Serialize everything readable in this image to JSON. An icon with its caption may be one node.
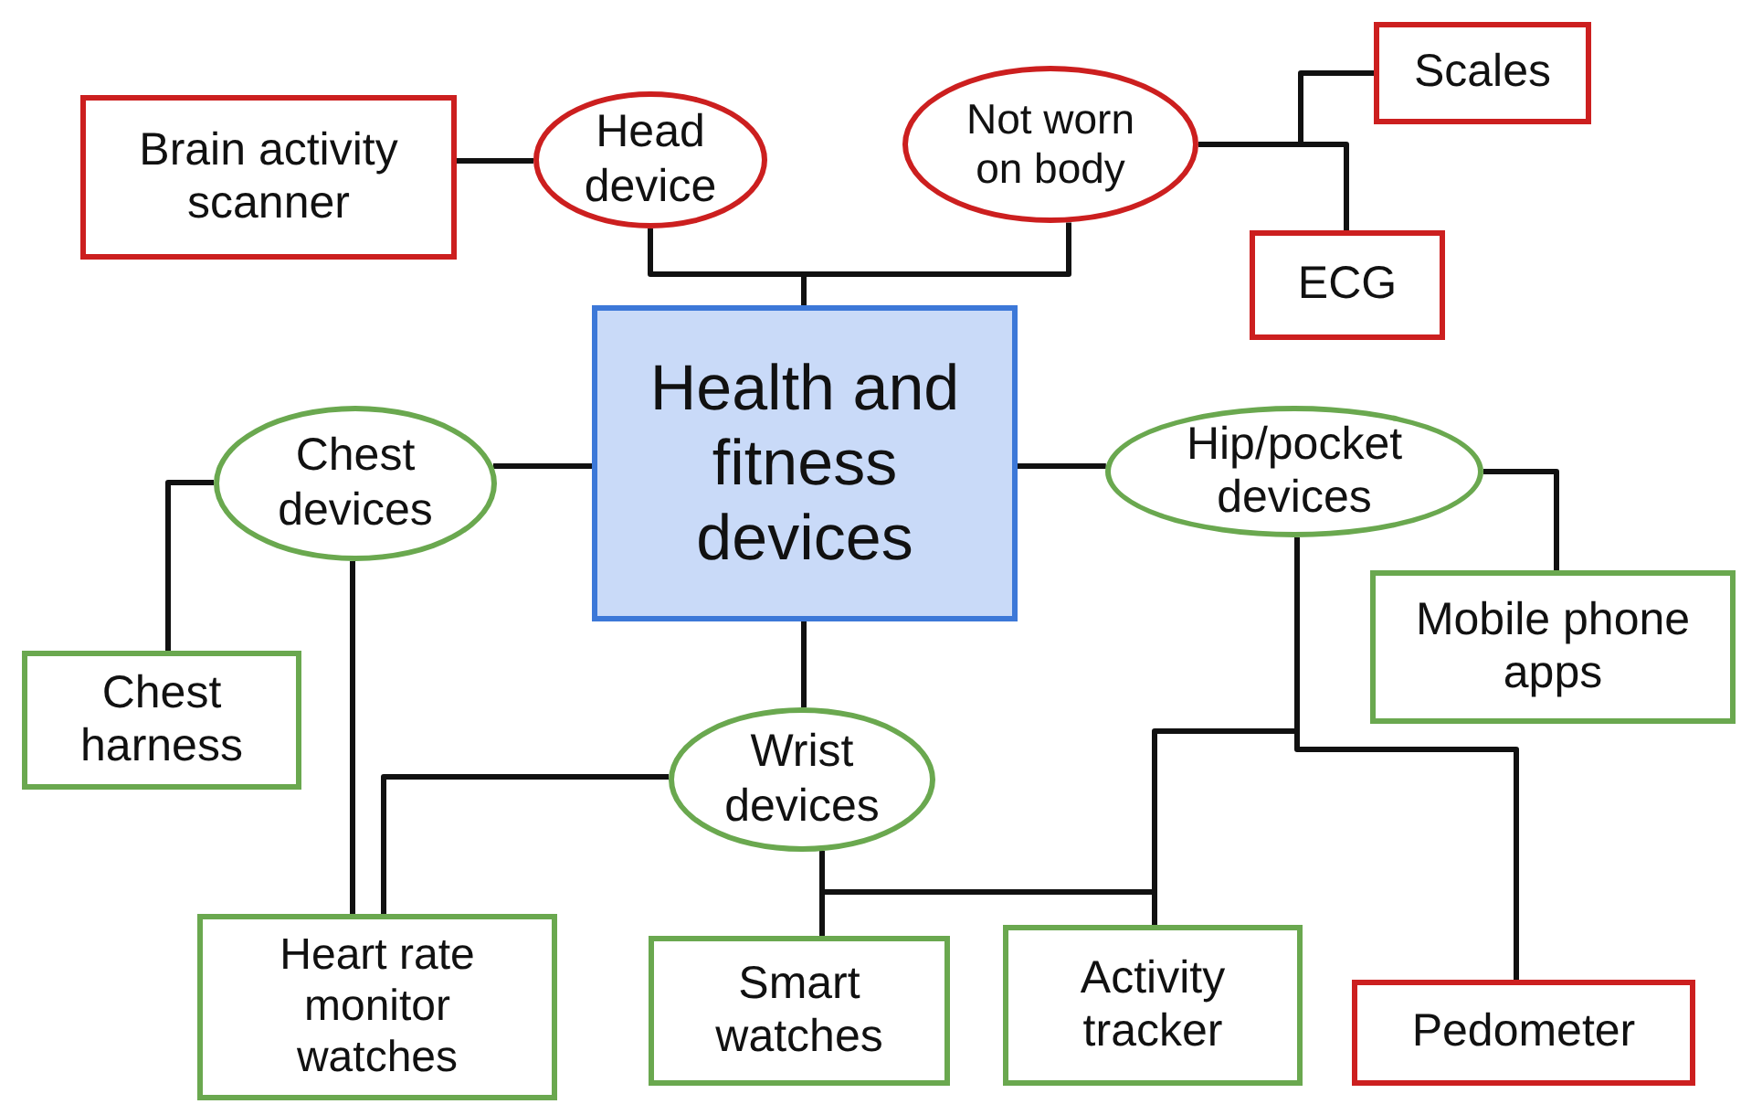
{
  "diagram": {
    "nodes": [
      {
        "text": [
          "Health and fitness devices"
        ]
      },
      {
        "text": [
          "Head device"
        ]
      },
      {
        "text": [
          "Brain activity scanner"
        ]
      },
      {
        "text": [
          "Not worn on body"
        ]
      },
      {
        "text": [
          "Scales"
        ]
      },
      {
        "text": [
          "ECG"
        ]
      },
      {
        "text": [
          "Chest devices"
        ]
      },
      {
        "text": [
          "Chest harness"
        ]
      },
      {
        "text": [
          "Hip/pocket devices"
        ]
      },
      {
        "text": [
          "Mobile phone apps"
        ]
      },
      {
        "text": [
          "Wrist devices"
        ]
      },
      {
        "text": [
          "Heart rate monitor watches"
        ]
      },
      {
        "text": [
          "Smart watches"
        ]
      },
      {
        "text": [
          "Activity tracker"
        ]
      },
      {
        "text": [
          "Pedometer"
        ]
      }
    ],
    "edges": [
      {
        "from": 0,
        "to": 1,
        "arrow": "none"
      },
      {
        "from": 0,
        "to": 3,
        "arrow": "none"
      },
      {
        "from": 1,
        "to": 2,
        "arrow": "none"
      },
      {
        "from": 3,
        "to": 4,
        "arrow": "none"
      },
      {
        "from": 3,
        "to": 5,
        "arrow": "none"
      },
      {
        "from": 0,
        "to": 6,
        "arrow": "none"
      },
      {
        "from": 6,
        "to": 7,
        "arrow": "none"
      },
      {
        "from": 6,
        "to": 11,
        "arrow": "none"
      },
      {
        "from": 0,
        "to": 8,
        "arrow": "none"
      },
      {
        "from": 8,
        "to": 9,
        "arrow": "none"
      },
      {
        "from": 0,
        "to": 10,
        "arrow": "none"
      },
      {
        "from": 10,
        "to": 11,
        "arrow": "none"
      },
      {
        "from": 10,
        "to": 12,
        "arrow": "none"
      },
      {
        "from": 10,
        "to": 13,
        "arrow": "none"
      },
      {
        "from": 8,
        "to": 13,
        "arrow": "none"
      },
      {
        "from": 8,
        "to": 14,
        "arrow": "none"
      }
    ]
  }
}
